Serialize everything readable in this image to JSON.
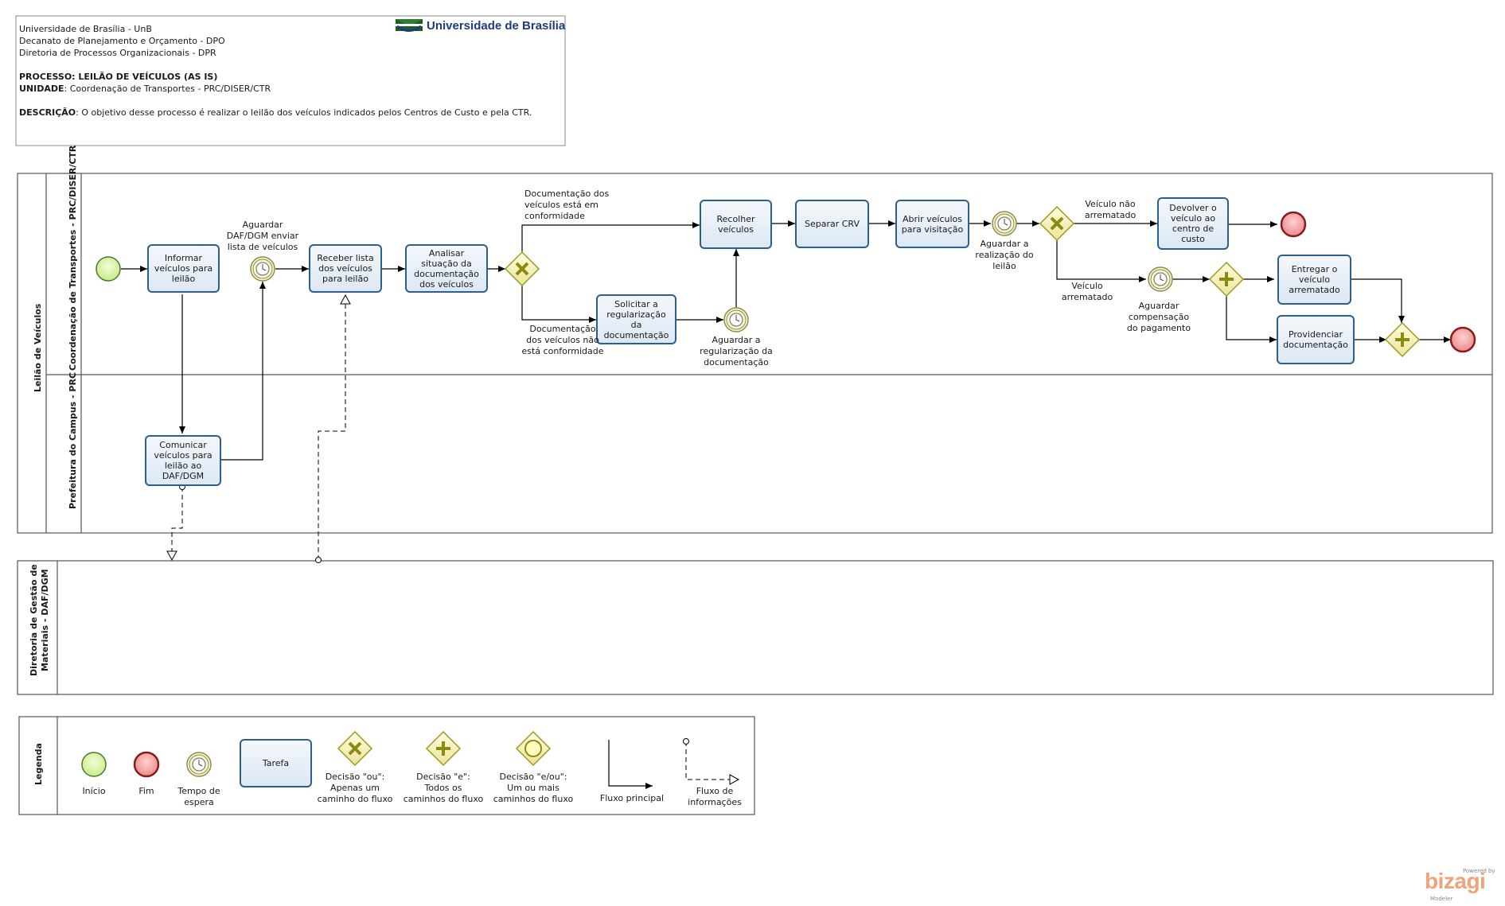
{
  "header": {
    "line1": "Universidade de Brasília - UnB",
    "line2": "Decanato de Planejamento e Orçamento - DPO",
    "line3": "Diretoria de Processos Organizacionais - DPR",
    "process_label": "PROCESSO: LEILÃO DE VEÍCULOS (AS IS)",
    "unit_key": "UNIDADE",
    "unit_value": ": Coordenação de Transportes - PRC/DISER/CTR",
    "desc_key": "DESCRIÇÃO",
    "desc_value": ": O objetivo desse processo é realizar o leilão dos veículos indicados pelos Centros de Custo e pela CTR.",
    "logo_text": "Universidade de Brasília"
  },
  "pools": {
    "main_pool": "Leilão de Veículos",
    "lane_ctr": "Coordenação de Transportes - PRC/DISER/CTR",
    "lane_prc": "Prefeitura do Campus - PRC",
    "pool_dgm": "Diretoria de Gestão de\nMateriais - DAF/DGM"
  },
  "tasks": {
    "informar": "Informar veículos para leilão",
    "comunicar": "Comunicar veículos para leilão ao DAF/DGM",
    "receber": "Receber lista dos veículos para leilão",
    "analisar": "Analisar situação da documentação dos veículos",
    "solicitar": "Solicitar a regularização da documentação",
    "recolher": "Recolher veículos",
    "separar": "Separar  CRV",
    "abrir": "Abrir veículos para visitação",
    "devolver": "Devolver o veículo ao centro de custo",
    "entregar": "Entregar o veículo arrematado",
    "providenciar": "Providenciar documentação"
  },
  "labels": {
    "aguardar_daf": "Aguardar\nDAF/DGM enviar\nlista de veículos",
    "doc_conforme": "Documentação dos\nveículos está em\nconformidade",
    "doc_nao_conforme": "Documentação\ndos veículos não\nestá conformidade",
    "aguardar_regularizacao": "Aguardar a\nregularização da\ndocumentação",
    "aguardar_leilao": "Aguardar a\nrealização do\nleilão",
    "nao_arrematado": "Veículo não\narrematado",
    "arrematado": "Veículo\narrematado",
    "aguardar_pagamento": "Aguardar\ncompensação\ndo pagamento"
  },
  "legend": {
    "title": "Legenda",
    "inicio": "Início",
    "fim": "Fim",
    "tempo": "Tempo de\nespera",
    "tarefa": "Tarefa",
    "ou": "Decisão \"ou\":\nApenas um\ncaminho do fluxo",
    "e": "Decisão \"e\":\nTodos os\ncaminhos do fluxo",
    "eou": "Decisão \"e/ou\":\nUm ou mais\ncaminhos do fluxo",
    "fluxo_principal": "Fluxo principal",
    "fluxo_info": "Fluxo de\ninformações"
  },
  "footer": {
    "powered_by": "Powered by",
    "brand": "bizagi",
    "product": "Modeler"
  },
  "colors": {
    "task_border": "#2c5f8a",
    "start_fill": "#d7f0a0",
    "end_fill": "#f2a0a0",
    "gateway_fill": "#f4f0a8",
    "gateway_mark": "#9a9a20",
    "event_ring": "#8d8d4a"
  }
}
